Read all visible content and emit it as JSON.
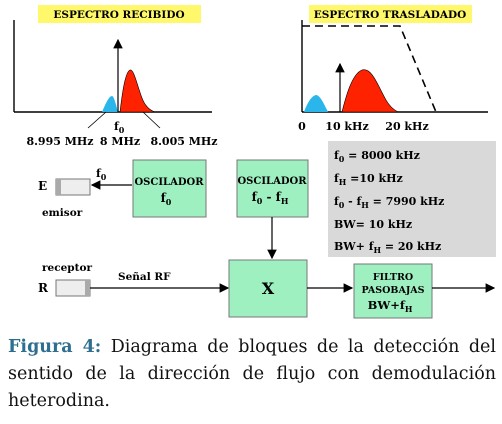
{
  "spectrum_received": {
    "title": "ESPECTRO RECIBIDO",
    "ticks": [
      "8.995 MHz",
      "8 MHz",
      "8.005 MHz"
    ],
    "center_label": "f",
    "center_sub": "0"
  },
  "spectrum_shifted": {
    "title": "ESPECTRO TRASLADADO",
    "ticks": [
      "0",
      "10 kHz",
      "20 kHz"
    ]
  },
  "info_box": {
    "lines": [
      {
        "a": "f",
        "s": "0",
        "b": " = 8000 kHz"
      },
      {
        "a": "f",
        "s": "H",
        "b": " =10 kHz"
      },
      {
        "a": "f",
        "s": "0",
        "b": " - f",
        "s2": "H",
        "b2": " = 7990 kHz"
      },
      {
        "a": "BW= 10 kHz",
        "s": "",
        "b": ""
      },
      {
        "a": "BW+ f",
        "s": "H",
        "b": " = 20 kHz"
      }
    ]
  },
  "blocks": {
    "osc1": {
      "line1": "OSCILADOR",
      "line2": "f",
      "sub": "0"
    },
    "osc2": {
      "line1": "OSCILADOR",
      "line2": "f",
      "sub": "0",
      "line2b": " - f",
      "sub2": "H"
    },
    "mixer": {
      "label": "X"
    },
    "filter": {
      "line1": "FILTRO",
      "line2": "PASOBAJAS",
      "line3": "BW+f",
      "sub": "H"
    }
  },
  "emitter": {
    "letter": "E",
    "label": "emisor",
    "freq": "f",
    "freq_sub": "0"
  },
  "receiver": {
    "letter": "R",
    "label": "receptor",
    "signal": "Señal RF"
  },
  "caption": {
    "label": "Figura 4:",
    "text": " Diagrama de bloques de la detección del sentido de la dirección de flujo con demodulación heterodina."
  },
  "colors": {
    "title_bg": "#fff86a",
    "block_fill": "#9ff0c0",
    "info_bg": "#d9d9d9",
    "blue_peak": "#2ab6ea",
    "red_peak": "#ff2200",
    "caption_label": "#2e6f8f"
  }
}
